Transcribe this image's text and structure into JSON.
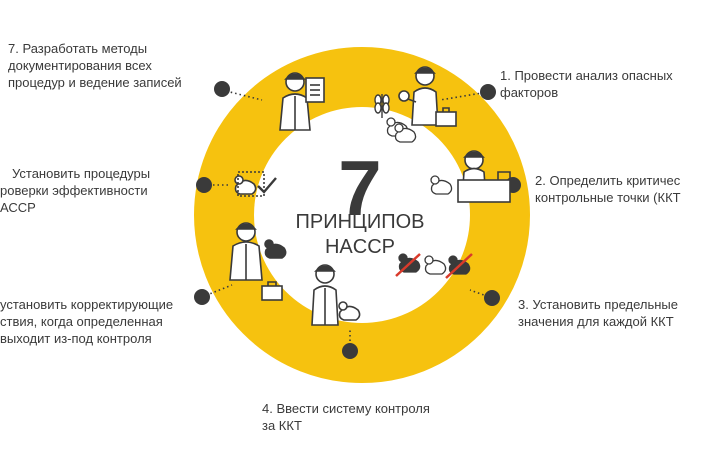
{
  "center": {
    "number": "7",
    "line1": "ПРИНЦИПОВ",
    "line2": "HACCP"
  },
  "colors": {
    "ring": "#f6c20f",
    "text": "#3a3a3a",
    "dot": "#3a3a3a",
    "bird_cross": "#d93a2b",
    "bird_dark": "#3a3a3a"
  },
  "principles": [
    {
      "id": 1,
      "line1": "1. Провести анализ опасных",
      "line2": "факторов",
      "line3": ""
    },
    {
      "id": 2,
      "line1": "2. Определить критичес",
      "line2": "контрольные точки (ККТ",
      "line3": ""
    },
    {
      "id": 3,
      "line1": "3. Установить предельные",
      "line2": "значения для каждой ККТ",
      "line3": ""
    },
    {
      "id": 4,
      "line1": "4. Ввести систему контроля",
      "line2": "за ККТ",
      "line3": ""
    },
    {
      "id": 5,
      "line1": "установить корректирующие",
      "line2": "ствия, когда определенная",
      "line3": "выходит из-под контроля"
    },
    {
      "id": 6,
      "line1": "Установить процедуры",
      "line2": "роверки эффективности",
      "line3": "АССР"
    },
    {
      "id": 7,
      "line1": "7. Разработать методы",
      "line2": "документирования всех",
      "line3": "процедур и ведение записей"
    }
  ],
  "icons": [
    "worker-with-clipboard-icon",
    "wheat-icon",
    "worker-with-magnifier-icon",
    "chicken-icon",
    "briefcase-icon",
    "worker-at-desk-icon",
    "crossed-chicken-icon",
    "worker-with-chicken-icon",
    "worker-with-briefcase-icon",
    "checkbox-icon"
  ]
}
